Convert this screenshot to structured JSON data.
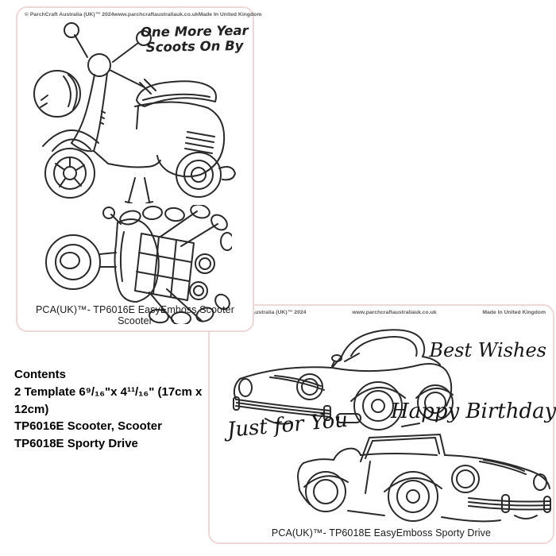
{
  "colors": {
    "card_border": "#efd7d7",
    "line_art": "#2a2a2a",
    "text": "#1a1a1a",
    "header_text": "#5a5a5a"
  },
  "header": {
    "copyright": "© ParchCraft Australia (UK)™ 2024",
    "website": "www.parchcraftaustraliauk.co.uk",
    "origin": "Made In United Kingdom"
  },
  "scooter_card": {
    "sentiment_line1": "One More Year",
    "sentiment_line2": "Scoots On By",
    "caption": "PCA(UK)™- TP6016E EasyEmboss Scooter Scooter"
  },
  "sporty_card": {
    "sentiment_best_wishes": "Best Wishes",
    "sentiment_happy_birthday": "Happy Birthday",
    "sentiment_just_for_you": "Just for You",
    "caption": "PCA(UK)™- TP6018E EasyEmboss Sporty Drive"
  },
  "contents": {
    "title": "Contents",
    "size_line": "2 Template 6⁹/₁₆\"x 4¹¹/₁₆\" (17cm x 12cm)",
    "item1": "TP6016E Scooter, Scooter",
    "item2": "TP6018E Sporty Drive"
  }
}
